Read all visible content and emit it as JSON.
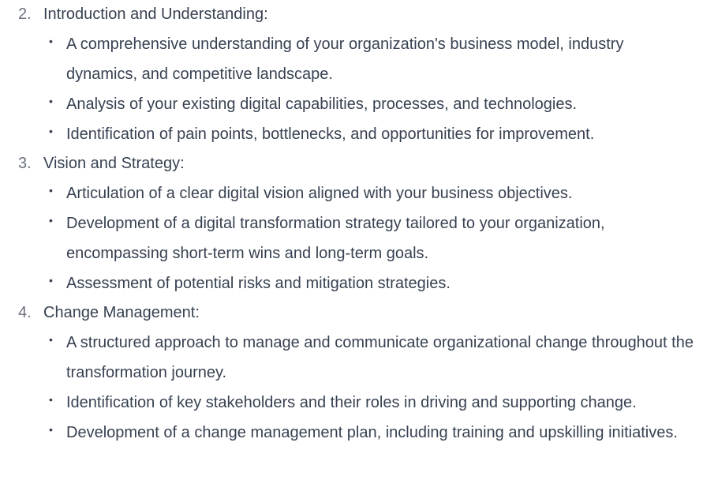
{
  "sections": [
    {
      "number": "2.",
      "title": "Introduction and Understanding:",
      "bullets": [
        "A comprehensive understanding of your organization's business model, industry dynamics, and competitive landscape.",
        "Analysis of your existing digital capabilities, processes, and technologies.",
        "Identification of pain points, bottlenecks, and opportunities for improvement."
      ]
    },
    {
      "number": "3.",
      "title": "Vision and Strategy:",
      "bullets": [
        "Articulation of a clear digital vision aligned with your business objectives.",
        "Development of a digital transformation strategy tailored to your organization, encompassing short-term wins and long-term goals.",
        "Assessment of potential risks and mitigation strategies."
      ]
    },
    {
      "number": "4.",
      "title": "Change Management:",
      "bullets": [
        "A structured approach to manage and communicate organizational change throughout the transformation journey.",
        "Identification of key stakeholders and their roles in driving and supporting change.",
        "Development of a change management plan, including training and upskilling initiatives."
      ]
    }
  ],
  "bullet_glyph": "•"
}
